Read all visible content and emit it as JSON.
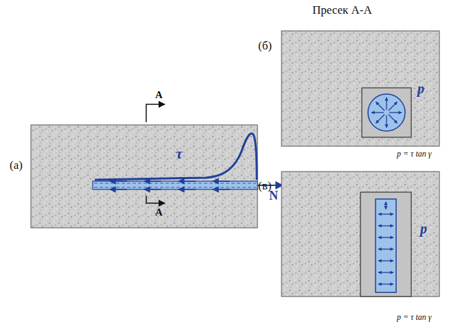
{
  "diagram": {
    "labels": [
      "Пресек А-А",
      "(а)",
      "А",
      "А",
      "τ",
      "N",
      "(б)",
      "p",
      "p = τ tan γ",
      "(в)",
      "p",
      "p = τ tan γ"
    ]
  }
}
